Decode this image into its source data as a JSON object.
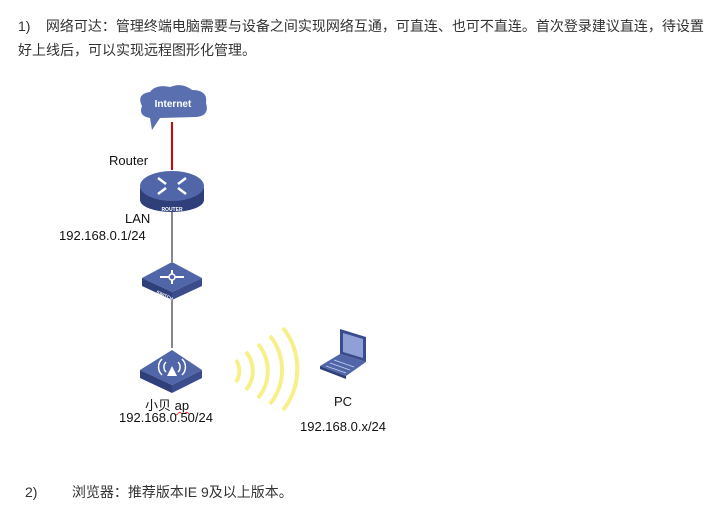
{
  "paragraphs": [
    {
      "number": "1)",
      "text": "网络可达：管理终端电脑需要与设备之间实现网络互通，可直连、也可不直连。首次登录建议直连，待设置好上线后，可以实现远程图形化管理。"
    },
    {
      "number": "2)",
      "text": "浏览器：推荐版本IE 9及以上版本。"
    }
  ],
  "diagram": {
    "internet_label": "Internet",
    "router_label": "Router",
    "router_device_text": "ROUTER",
    "switch_device_text": "SWITCH",
    "lan_label": "LAN",
    "lan_ip": "192.168.0.1/24",
    "ap_label_cn": "小贝",
    "ap_label_en": "ap",
    "ap_ip": "192.168.0.50/24",
    "pc_label": "PC",
    "pc_ip": "192.168.0.x/24",
    "colors": {
      "device": "#4a5fa0",
      "uplink": "#e00000",
      "link": "#888888",
      "wifi": "#f7f08a"
    }
  }
}
